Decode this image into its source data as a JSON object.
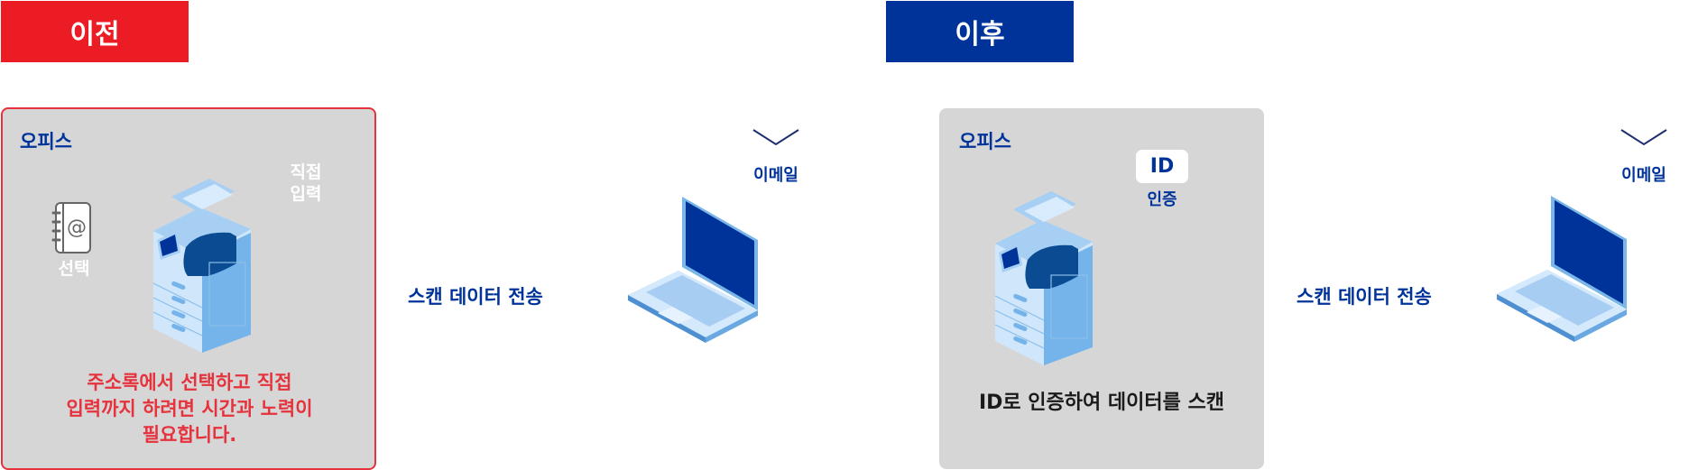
{
  "before": {
    "header": "이전",
    "office_label": "오피스",
    "bubble_select": "선택",
    "bubble_direct": [
      "직접",
      "입력"
    ],
    "caption_lines": [
      "주소록에서 선택하고 직접",
      "입력까지 하려면 시간과 노력이",
      "필요합니다."
    ],
    "flow_label": "스캔 데이터 전송",
    "email_label": "이메일"
  },
  "after": {
    "header": "이후",
    "office_label": "오피스",
    "id_badge": "ID",
    "id_label": "인증",
    "caption": "ID로 인증하여 데이터를 스캔",
    "flow_label": "스캔 데이터 전송",
    "email_label": "이메일"
  },
  "icons": {
    "address_book": "address-book-icon",
    "printer": "multifunction-printer-icon",
    "laptop": "laptop-icon",
    "envelope": "envelope-icon",
    "arrow": "right-arrow-icon",
    "transition": "transition-arrow-icon"
  },
  "colors": {
    "before_red": "#ec1c24",
    "after_blue": "#00339a",
    "bubble_light_blue": "#a9cdef",
    "panel_gray": "#d6d6d6",
    "dark_arrow": "#333333"
  }
}
